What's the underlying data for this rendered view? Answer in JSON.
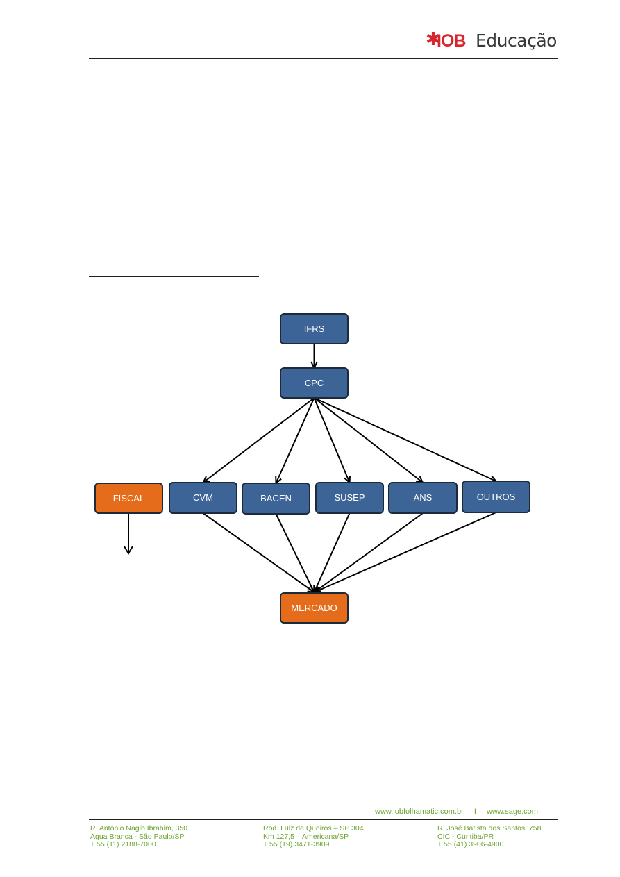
{
  "header": {
    "logo": {
      "mark": "✱",
      "brand": "IOB",
      "product": "Educação"
    }
  },
  "diagram": {
    "nodes": [
      {
        "id": "ifrs",
        "label": "IFRS",
        "color": "blue"
      },
      {
        "id": "cpc",
        "label": "CPC",
        "color": "blue"
      },
      {
        "id": "fiscal",
        "label": "FISCAL",
        "color": "orange"
      },
      {
        "id": "cvm",
        "label": "CVM",
        "color": "blue"
      },
      {
        "id": "bacen",
        "label": "BACEN",
        "color": "blue"
      },
      {
        "id": "susep",
        "label": "SUSEP",
        "color": "blue"
      },
      {
        "id": "ans",
        "label": "ANS",
        "color": "blue"
      },
      {
        "id": "outros",
        "label": "OUTROS",
        "color": "blue"
      },
      {
        "id": "mercado",
        "label": "MERCADO",
        "color": "orange"
      }
    ],
    "edges": [
      {
        "from": "ifrs",
        "to": "cpc"
      },
      {
        "from": "cpc",
        "to": "cvm"
      },
      {
        "from": "cpc",
        "to": "bacen"
      },
      {
        "from": "cpc",
        "to": "susep"
      },
      {
        "from": "cpc",
        "to": "ans"
      },
      {
        "from": "cpc",
        "to": "outros"
      },
      {
        "from": "cvm",
        "to": "mercado"
      },
      {
        "from": "bacen",
        "to": "mercado"
      },
      {
        "from": "susep",
        "to": "mercado"
      },
      {
        "from": "ans",
        "to": "mercado"
      },
      {
        "from": "outros",
        "to": "mercado"
      }
    ],
    "colors": {
      "blue": "#3d6496",
      "orange": "#e46c1b",
      "border": "#1d2a3a"
    }
  },
  "footer": {
    "website_1": "www.iobfolhamatic.com.br",
    "separator": "I",
    "website_2": "www.sage.com",
    "addresses": [
      {
        "line1": "R. Antônio Nagib Ibrahim, 350",
        "line2": "Água Branca - São Paulo/SP",
        "line3": "+ 55 (11) 2188-7000"
      },
      {
        "line1": "Rod. Luiz de Queiros – SP 304",
        "line2": "Km 127,5 – Americana/SP",
        "line3": "+ 55 (19) 3471-3909"
      },
      {
        "line1": "R. José Batista dos Santos, 758",
        "line2": "CIC - Curitiba/PR",
        "line3": "+ 55 (41) 3906-4900"
      }
    ],
    "accent_color": "#6aa52f"
  }
}
